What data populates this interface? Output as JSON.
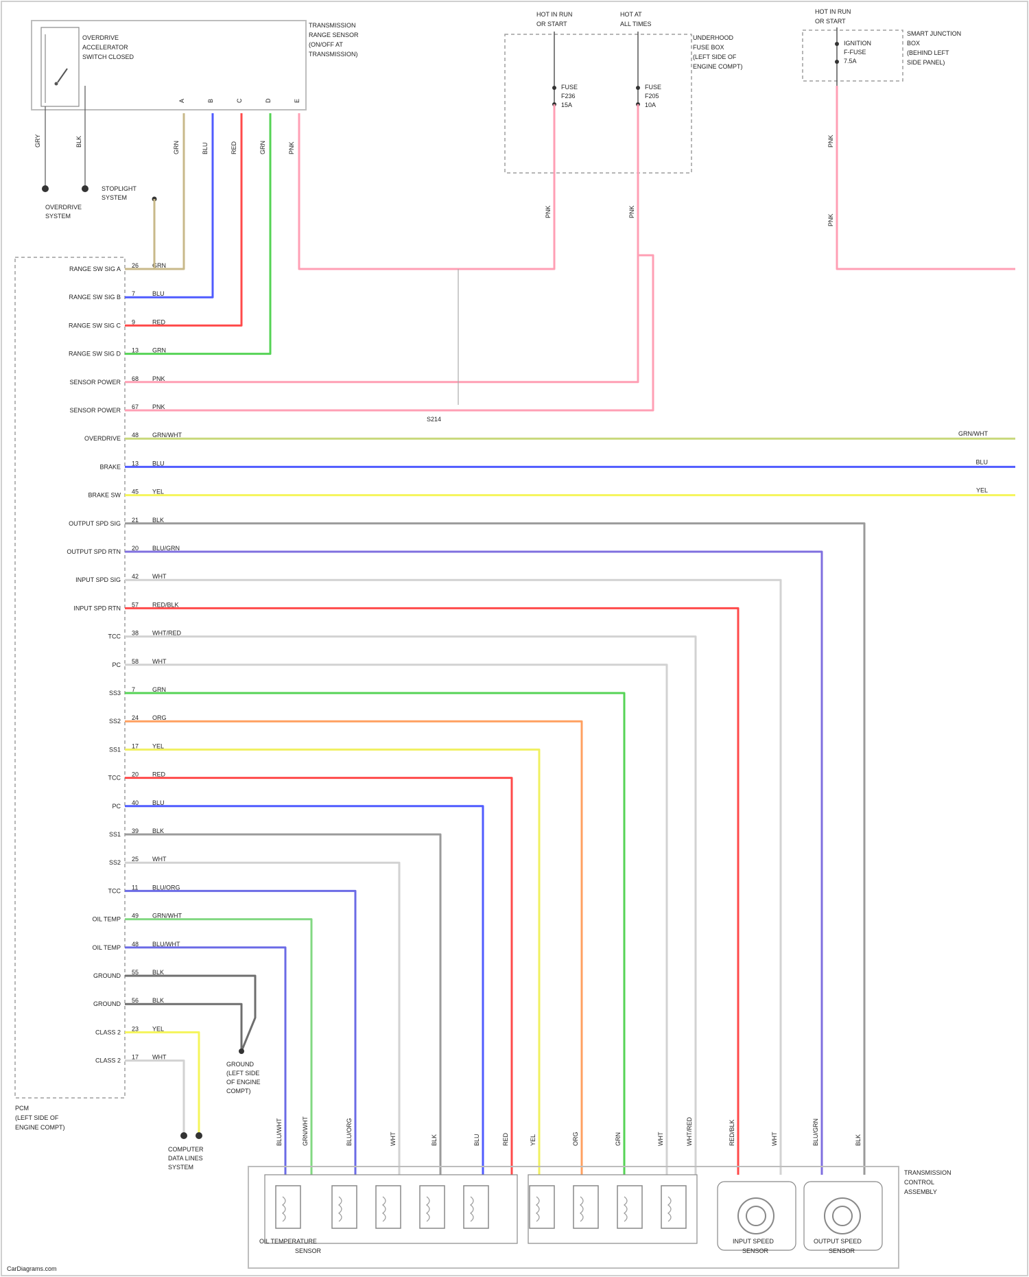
{
  "footer": "CarDiagrams.com",
  "components": {
    "overdrive_switch": [
      "OVERDRIVE",
      "ACCELERATOR",
      "SWITCH CLOSED"
    ],
    "range_sensor": [
      "TRANSMISSION",
      "RANGE SENSOR",
      "(ON/OFF AT",
      "TRANSMISSION)"
    ],
    "fuse_left_hdr": [
      "HOT IN RUN",
      "OR START"
    ],
    "fuse_right_hdr": [
      "HOT AT",
      "ALL TIMES"
    ],
    "fuse_box": [
      "UNDERHOOD",
      "FUSE BOX",
      "(LEFT SIDE OF",
      "ENGINE COMPT)"
    ],
    "fuse_a": [
      "FUSE",
      "F236",
      "15A"
    ],
    "fuse_b": [
      "FUSE",
      "F205",
      "10A"
    ],
    "relay_hdr": [
      "HOT IN RUN",
      "OR START"
    ],
    "relay_fuse": [
      "IGNITION",
      "F-FUSE",
      "7.5A"
    ],
    "relay_box": [
      "SMART JUNCTION",
      "BOX",
      "(BEHIND LEFT",
      "SIDE PANEL)"
    ],
    "overdrive_system": [
      "OVERDRIVE",
      "SYSTEM"
    ],
    "stoplight_system": [
      "STOPLIGHT",
      "SYSTEM"
    ],
    "pcm": [
      "PCM",
      "(LEFT SIDE OF",
      "ENGINE COMPT)"
    ],
    "ground": [
      "GROUND",
      "(LEFT SIDE",
      "OF ENGINE",
      "COMPT)"
    ],
    "computer_data_lines": [
      "COMPUTER",
      "DATA LINES",
      "SYSTEM"
    ],
    "trans_assembly": [
      "TRANSMISSION",
      "CONTROL",
      "ASSEMBLY"
    ],
    "oil_temp_sensor": [
      "OIL TEMPERATURE",
      "SENSOR"
    ],
    "input_speed_sensor": [
      "INPUT SPEED",
      "SENSOR"
    ],
    "output_speed_sensor": [
      "OUTPUT SPEED",
      "SENSOR"
    ],
    "splice": "S214"
  },
  "pcm_pins": [
    {
      "label": "RANGE SW SIG A",
      "pin": "26",
      "wire": "GRN",
      "color": "#c8b98a"
    },
    {
      "label": "RANGE SW SIG B",
      "pin": "7",
      "wire": "BLU",
      "color": "#4f5bff"
    },
    {
      "label": "RANGE SW SIG C",
      "pin": "9",
      "wire": "RED",
      "color": "#ff4a4a"
    },
    {
      "label": "RANGE SW SIG D",
      "pin": "13",
      "wire": "GRN",
      "color": "#55d355"
    },
    {
      "label": "SENSOR POWER",
      "pin": "68",
      "wire": "PNK",
      "color": "#ff9fb4"
    },
    {
      "label": "SENSOR POWER",
      "pin": "67",
      "wire": "PNK",
      "color": "#ff9fb4"
    },
    {
      "label": "OVERDRIVE",
      "pin": "48",
      "wire": "GRN/WHT",
      "color": "#c8d87a"
    },
    {
      "label": "BRAKE",
      "pin": "13",
      "wire": "BLU",
      "color": "#4f5bff"
    },
    {
      "label": "BRAKE SW",
      "pin": "45",
      "wire": "YEL",
      "color": "#f5f55a"
    },
    {
      "label": "OUTPUT SPD SIG",
      "pin": "21",
      "wire": "BLK",
      "color": "#9a9a9a"
    },
    {
      "label": "OUTPUT SPD RTN",
      "pin": "20",
      "wire": "BLU/GRN",
      "color": "#7f6fdf"
    },
    {
      "label": "INPUT SPD SIG",
      "pin": "42",
      "wire": "WHT",
      "color": "#d2d2d2"
    },
    {
      "label": "INPUT SPD RTN",
      "pin": "57",
      "wire": "RED/BLK",
      "color": "#ff4a4a"
    },
    {
      "label": "TCC",
      "pin": "38",
      "wire": "WHT/RED",
      "color": "#d2d2d2"
    },
    {
      "label": "PC",
      "pin": "58",
      "wire": "WHT",
      "color": "#d2d2d2"
    },
    {
      "label": "SS3",
      "pin": "7",
      "wire": "GRN",
      "color": "#55d355"
    },
    {
      "label": "SS2",
      "pin": "24",
      "wire": "ORG",
      "color": "#ffa060"
    },
    {
      "label": "SS1",
      "pin": "17",
      "wire": "YEL",
      "color": "#f0f060"
    },
    {
      "label": "TCC",
      "pin": "20",
      "wire": "RED",
      "color": "#ff4a4a"
    },
    {
      "label": "PC",
      "pin": "40",
      "wire": "BLU",
      "color": "#4f5bff"
    },
    {
      "label": "SS1",
      "pin": "39",
      "wire": "BLK",
      "color": "#9a9a9a"
    },
    {
      "label": "SS2",
      "pin": "25",
      "wire": "WHT",
      "color": "#d2d2d2"
    },
    {
      "label": "TCC",
      "pin": "11",
      "wire": "BLU/ORG",
      "color": "#6b6be6"
    },
    {
      "label": "OIL TEMP",
      "pin": "49",
      "wire": "GRN/WHT",
      "color": "#82d882"
    },
    {
      "label": "OIL TEMP",
      "pin": "48",
      "wire": "BLU/WHT",
      "color": "#6b6be6"
    },
    {
      "label": "GROUND",
      "pin": "55",
      "wire": "BLK",
      "color": "#6e6e6e"
    },
    {
      "label": "GROUND",
      "pin": "56",
      "wire": "BLK",
      "color": "#6e6e6e"
    },
    {
      "label": "CLASS 2",
      "pin": "23",
      "wire": "YEL",
      "color": "#f5f55a"
    },
    {
      "label": "CLASS 2",
      "pin": "17",
      "wire": "WHT",
      "color": "#d2d2d2"
    }
  ],
  "right_wires": {
    "overdrive": "GRN/WHT",
    "brake": "BLU",
    "brake_sw": "YEL"
  },
  "bottom_wire_labels": [
    "BLU/WHT",
    "GRN/WHT",
    "BLU/ORG",
    "WHT",
    "BLK",
    "BLU",
    "RED",
    "YEL",
    "ORG",
    "GRN",
    "WHT",
    "WHT/RED",
    "RED/BLK",
    "WHT",
    "BLU/GRN",
    "BLK"
  ],
  "top_wire_labels": {
    "od_left": "GRY",
    "od_right": "BLK",
    "range": [
      "GRN",
      "BLU",
      "RED",
      "GRN",
      "PNK"
    ],
    "fuse_a": "PNK",
    "fuse_b": "PNK",
    "relay": "PNK"
  }
}
